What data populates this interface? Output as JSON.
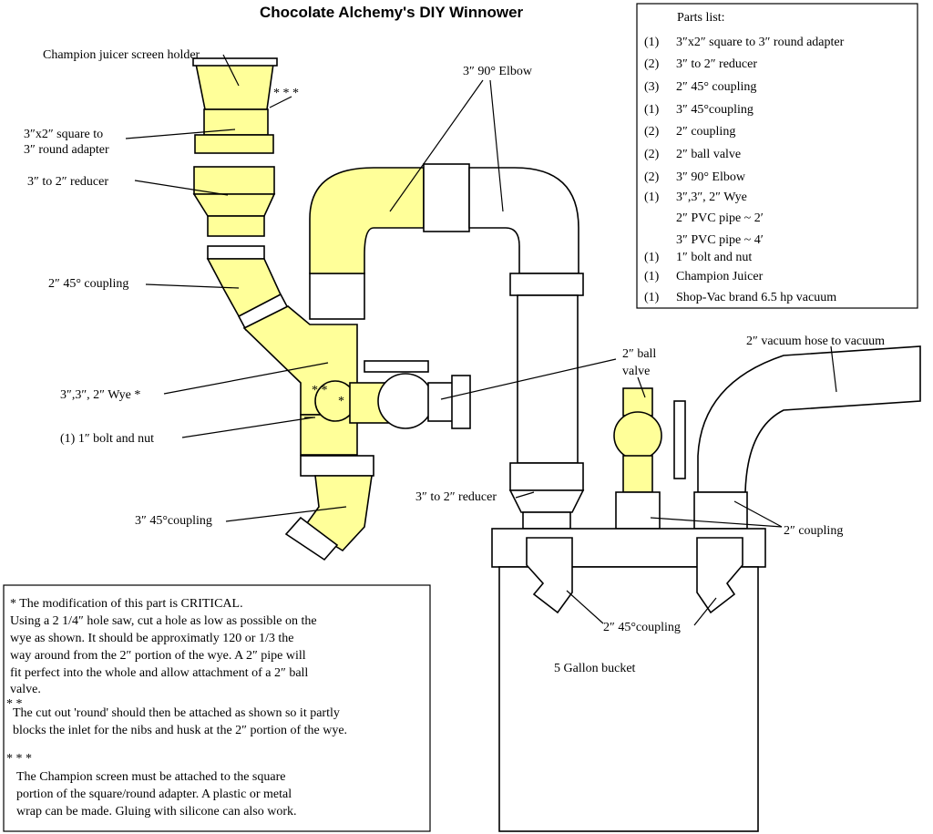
{
  "title": "Chocolate Alchemy's DIY Winnower",
  "labels": {
    "screen_holder": "Champion juicer screen holder",
    "stars3": "* * *",
    "adapter_line1": "3″x2″ square to",
    "adapter_line2": "3″ round adapter",
    "reducer_left": "3″ to 2″ reducer",
    "coupling45_2in": "2″ 45° coupling",
    "wye": "3″,3″, 2″ Wye *",
    "bolt": "(1)   1″ bolt and nut",
    "coupling45_3in": "3″ 45°coupling",
    "elbow": "3″ 90° Elbow",
    "ball_valve_line1": "2″ ball",
    "ball_valve_line2": "valve",
    "vacuum_hose": "2″ vacuum hose to vacuum",
    "reducer_right": "3″ to 2″ reducer",
    "coupling_2in": "2″ coupling",
    "coupling45_bucket": "2″ 45°coupling",
    "bucket": "5 Gallon bucket",
    "star1": "*",
    "star2": "* *"
  },
  "parts_list": {
    "heading": "Parts list:",
    "items": [
      {
        "qty": "(1)",
        "name": "3″x2″ square to 3″ round adapter"
      },
      {
        "qty": "(2)",
        "name": "3″ to 2″ reducer"
      },
      {
        "qty": "(3)",
        "name": "2″ 45° coupling"
      },
      {
        "qty": "(1)",
        "name": "3″ 45°coupling"
      },
      {
        "qty": "(2)",
        "name": "2″ coupling"
      },
      {
        "qty": "(2)",
        "name": "2″ ball  valve"
      },
      {
        "qty": "(2)",
        "name": "3″ 90° Elbow"
      },
      {
        "qty": "(1)",
        "name": "3″,3″, 2″ Wye"
      },
      {
        "qty": "",
        "name": "2″ PVC pipe  ~ 2′"
      },
      {
        "qty": "",
        "name": "3″ PVC pipe ~ 4′"
      },
      {
        "qty": "(1)",
        "name": "1″ bolt and nut"
      },
      {
        "qty": "(1)",
        "name": "Champion Juicer"
      },
      {
        "qty": "(1)",
        "name": "Shop-Vac brand 6.5 hp vacuum"
      }
    ]
  },
  "notes": {
    "n1_head": "* The modification of this part is CRITICAL.",
    "n1_l1": "Using a 2 1/4″ hole saw, cut a hole as low as possible on the",
    "n1_l2": "wye as shown.  It should be approximatly 120 or 1/3 the",
    "n1_l3": "way around from the 2″ portion of the wye.  A 2″ pipe will",
    "n1_l4": "fit perfect into the whole and allow attachment of a 2″ ball",
    "n1_l5": "valve.",
    "n2_mark": "* *",
    "n2_l1": "The cut out 'round' should then be attached as shown so it partly",
    "n2_l2": "blocks the inlet for the nibs and husk at the 2″ portion of the wye.",
    "n3_mark": "* * *",
    "n3_l1": "The Champion screen must be attached to the square",
    "n3_l2": "portion of the square/round adapter.  A plastic or metal",
    "n3_l3": "wrap can be made. Gluing with silicone can also work."
  },
  "colors": {
    "part_fill": "#ffff99",
    "outline": "#000000",
    "background": "#ffffff"
  }
}
